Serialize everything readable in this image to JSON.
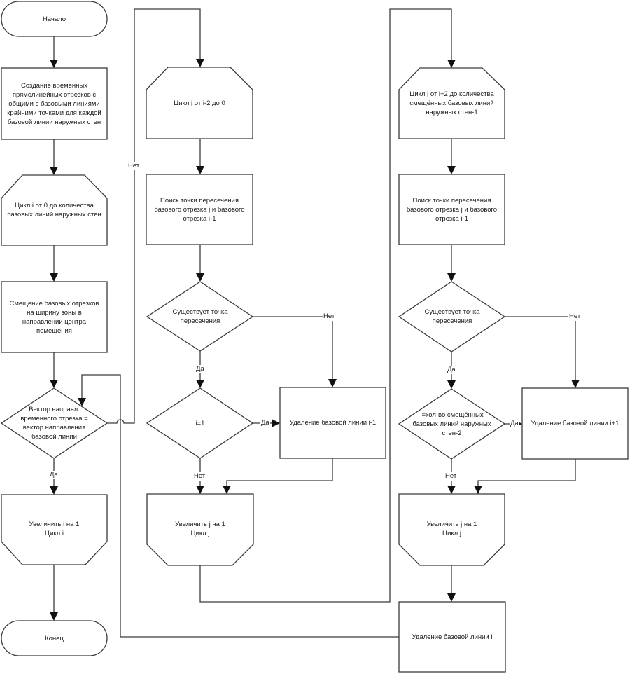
{
  "diagram": {
    "type": "flowchart",
    "nodes": {
      "start": {
        "shape": "terminator",
        "text": "Начало"
      },
      "create_temp": {
        "shape": "process",
        "text": "Создание временных\nпрямолинейных отрезков с\nобщими с базовыми линиями\nкрайними точками для каждой\nбазовой линии наружных стен"
      },
      "loop_i_start": {
        "shape": "loop-start",
        "text": "Цикл i от 0 до количества\nбазовых линий наружных стен"
      },
      "shift_base": {
        "shape": "process",
        "text": "Смещение базовых отрезков\nна ширину зоны в\nнаправлении центра\nпомещения"
      },
      "vector_check": {
        "shape": "decision",
        "text": "Вектор направл.\nвременного отрезка =\nвектор направления\nбазовой линии"
      },
      "loop_i_end": {
        "shape": "loop-end",
        "text": "Увеличить i на 1\nЦикл i"
      },
      "end": {
        "shape": "terminator",
        "text": "Конец"
      },
      "loop_j1_start": {
        "shape": "loop-start",
        "text": "Цикл j от i-2 до 0"
      },
      "find_int_1": {
        "shape": "process",
        "text": "Поиск точки пересечения\nбазового отрезка j и базового\nотрезка i-1"
      },
      "exists_1": {
        "shape": "decision",
        "text": "Существует точка\nпересечения"
      },
      "i_eq_1": {
        "shape": "decision",
        "text": "i=1"
      },
      "delete_im1": {
        "shape": "process",
        "text": "Удаление базовой линии i-1"
      },
      "loop_j1_end": {
        "shape": "loop-end",
        "text": "Увеличить j на 1\nЦикл j"
      },
      "loop_j2_start": {
        "shape": "loop-start",
        "text": "Цикл j от i+2 до количества\nсмещённых базовых линий\nнаружных стен-1"
      },
      "find_int_2": {
        "shape": "process",
        "text": "Поиск точки пересечения\nбазового отрезка j и базового\nотрезка i-1"
      },
      "exists_2": {
        "shape": "decision",
        "text": "Существует точка\nпересечения"
      },
      "i_eq_count": {
        "shape": "decision",
        "text": "i=кол-во смещённых\nбазовых линий наружных\nстен-2"
      },
      "delete_ip1": {
        "shape": "process",
        "text": "Удаление базовой линии i+1"
      },
      "loop_j2_end": {
        "shape": "loop-end",
        "text": "Увеличить j на 1\nЦикл j"
      },
      "delete_i": {
        "shape": "process",
        "text": "Удаление базовой линии i"
      }
    },
    "edge_labels": {
      "no": "Нет",
      "yes": "Да"
    },
    "edges": [
      {
        "from": "start",
        "to": "create_temp"
      },
      {
        "from": "create_temp",
        "to": "loop_i_start"
      },
      {
        "from": "loop_i_start",
        "to": "shift_base"
      },
      {
        "from": "shift_base",
        "to": "vector_check"
      },
      {
        "from": "vector_check",
        "to": "loop_i_end",
        "label": "Да"
      },
      {
        "from": "vector_check",
        "to": "loop_j1_start",
        "label": "Нет"
      },
      {
        "from": "loop_i_end",
        "to": "end"
      },
      {
        "from": "loop_j1_start",
        "to": "find_int_1"
      },
      {
        "from": "find_int_1",
        "to": "exists_1"
      },
      {
        "from": "exists_1",
        "to": "i_eq_1",
        "label": "Да"
      },
      {
        "from": "exists_1",
        "to": "delete_im1",
        "label": "Нет"
      },
      {
        "from": "i_eq_1",
        "to": "delete_im1",
        "label": "Да"
      },
      {
        "from": "i_eq_1",
        "to": "loop_j1_end",
        "label": "Нет"
      },
      {
        "from": "delete_im1",
        "to": "loop_j1_end"
      },
      {
        "from": "loop_j1_end",
        "to": "loop_j2_start"
      },
      {
        "from": "loop_j2_start",
        "to": "find_int_2"
      },
      {
        "from": "find_int_2",
        "to": "exists_2"
      },
      {
        "from": "exists_2",
        "to": "i_eq_count",
        "label": "Да"
      },
      {
        "from": "exists_2",
        "to": "delete_ip1",
        "label": "Нет"
      },
      {
        "from": "i_eq_count",
        "to": "delete_ip1",
        "label": "Да"
      },
      {
        "from": "i_eq_count",
        "to": "loop_j2_end",
        "label": "Нет"
      },
      {
        "from": "delete_ip1",
        "to": "loop_j2_end"
      },
      {
        "from": "loop_j2_end",
        "to": "delete_i"
      },
      {
        "from": "delete_i",
        "to": "vector_check"
      }
    ]
  }
}
